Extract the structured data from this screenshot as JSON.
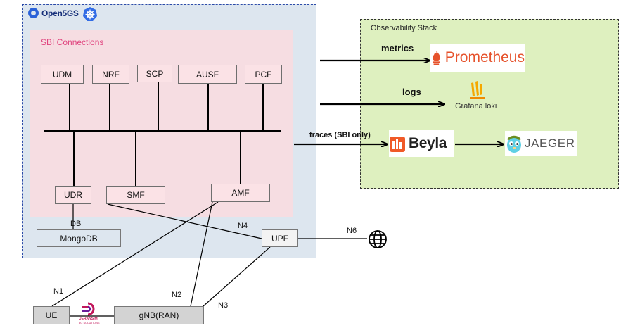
{
  "open5gs": {
    "logo_text": "Open5GS",
    "logo_icon": "open5gs-ring-icon",
    "k8s_icon": "kubernetes-helm-icon",
    "sbi_title": "SBI Connections",
    "nfs": {
      "udm": "UDM",
      "nrf": "NRF",
      "scp": "SCP",
      "ausf": "AUSF",
      "pcf": "PCF",
      "udr": "UDR",
      "smf": "SMF",
      "amf": "AMF"
    },
    "db_label": "DB",
    "mongodb": "MongoDB"
  },
  "ran": {
    "upf": "UPF",
    "ue": "UE",
    "gnb": "gNB(RAN)",
    "n1": "N1",
    "n2": "N2",
    "n3": "N3",
    "n4": "N4",
    "n6": "N6",
    "internet_icon": "globe-icon",
    "ueransim_text": "UERANSIM",
    "ueransim_sub": "5G SOLUTIONS"
  },
  "observability": {
    "title": "Observability Stack",
    "metrics_label": "metrics",
    "logs_label": "logs",
    "traces_label": "traces (SBI only)",
    "prometheus": "Prometheus",
    "loki": "Grafana loki",
    "beyla": "Beyla",
    "jaeger": "JAEGER"
  },
  "colors": {
    "open5gs_bg": "#dde6ef",
    "open5gs_border": "#2b4aa8",
    "sbi_bg": "#f6dde2",
    "sbi_border": "#e05b8c",
    "observability_bg": "#def0bf",
    "prometheus": "#e6522c",
    "beyla": "#f05a28",
    "loki": "#f5a800"
  }
}
